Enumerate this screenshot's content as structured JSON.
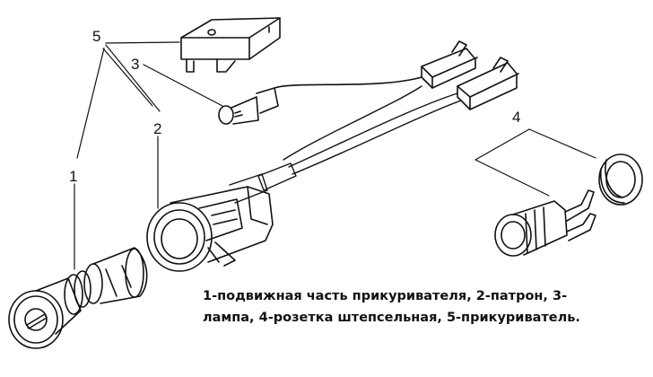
{
  "labels": {
    "n1": "1",
    "n2": "2",
    "n3": "3",
    "n4": "4",
    "n5": "5"
  },
  "caption": {
    "line1": "1-подвижная часть прикуривателя, 2-патрон, 3-",
    "line2": "лампа, 4-розетка штепсельная, 5-прикуриватель."
  },
  "colors": {
    "line": "#111111",
    "background": "#ffffff"
  }
}
